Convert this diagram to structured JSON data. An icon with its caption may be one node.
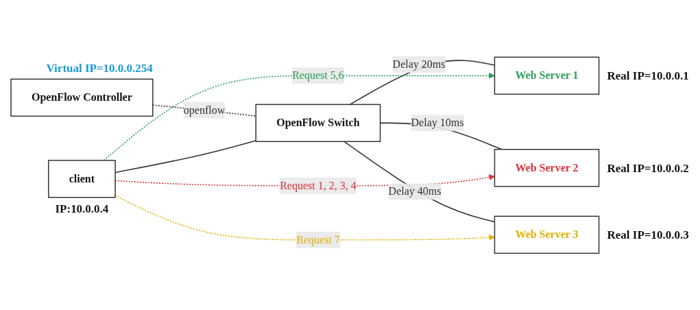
{
  "diagram": {
    "nodes": [
      {
        "text": [
          "OpenFlow Controller"
        ],
        "beside": [
          "Virtual IP=10.0.0.254"
        ]
      },
      {
        "text": [
          "client"
        ],
        "beside": [
          "IP:10.0.0.4"
        ]
      },
      {
        "text": [
          "OpenFlow Switch"
        ]
      },
      {
        "text": [
          "Web Server 1"
        ],
        "beside": [
          "Real IP=10.0.0.1"
        ]
      },
      {
        "text": [
          "Web Server 2"
        ],
        "beside": [
          "Real IP=10.0.0.2"
        ]
      },
      {
        "text": [
          "Web Server 3"
        ],
        "beside": [
          "Real IP=10.0.0.3"
        ]
      }
    ],
    "edges": [
      {
        "from": 0,
        "to": 2,
        "arrow": "none",
        "label": "openflow",
        "style": "dashed"
      },
      {
        "from": 1,
        "to": 2,
        "arrow": "none"
      },
      {
        "from": 2,
        "to": 3,
        "arrow": "none",
        "label": "Delay 20ms"
      },
      {
        "from": 2,
        "to": 4,
        "arrow": "none",
        "label": "Delay 10ms"
      },
      {
        "from": 2,
        "to": 5,
        "arrow": "none",
        "label": "Delay 40ms"
      },
      {
        "from": 1,
        "to": 4,
        "arrow": "to",
        "label": "Request 1, 2, 3, 4",
        "style": "dashed",
        "color": "#d9343a"
      },
      {
        "from": 1,
        "to": 3,
        "arrow": "to",
        "label": "Request 5,6",
        "style": "dashed",
        "color": "#2e9e5a"
      },
      {
        "from": 1,
        "to": 5,
        "arrow": "to",
        "label": "Request 7",
        "style": "dashed",
        "color": "#e0b000"
      }
    ]
  }
}
